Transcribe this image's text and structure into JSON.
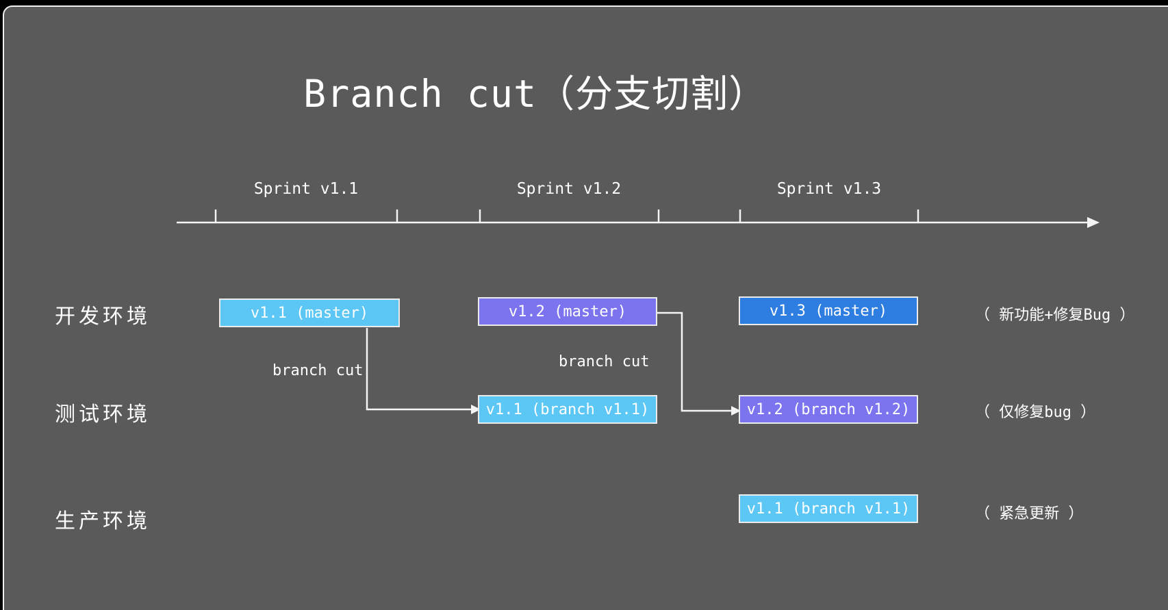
{
  "page": {
    "title": "Branch cut（分支切割）"
  },
  "colors": {
    "outer_background": "#000000",
    "canvas_background": "#5a5a5a",
    "frame_border": "#f0f0f0",
    "line_stroke": "#f5f5f5",
    "box_border": "#ebebeb",
    "light_blue": "#5cc7f5",
    "purple": "#7b74ee",
    "blue": "#2e7ee2",
    "text": "#ffffff"
  },
  "timeline": {
    "sprint_labels": [
      "Sprint v1.1",
      "Sprint v1.2",
      "Sprint v1.3"
    ]
  },
  "rows": [
    {
      "label": "开发环境",
      "note": "（ 新功能+修复Bug ）",
      "boxes": [
        {
          "text": "v1.1 (master)",
          "color": "#5cc7f5"
        },
        {
          "text": "v1.2 (master)",
          "color": "#7b74ee"
        },
        {
          "text": "v1.3 (master)",
          "color": "#2e7ee2"
        }
      ]
    },
    {
      "label": "测试环境",
      "note": "（ 仅修复bug ）",
      "boxes": [
        {
          "text": "v1.1 (branch v1.1)",
          "color": "#5cc7f5"
        },
        {
          "text": "v1.2 (branch v1.2)",
          "color": "#7b74ee"
        }
      ]
    },
    {
      "label": "生产环境",
      "note": "（ 紧急更新 ）",
      "boxes": [
        {
          "text": "v1.1 (branch v1.1)",
          "color": "#5cc7f5"
        }
      ]
    }
  ],
  "connector_labels": [
    "branch cut",
    "branch cut"
  ]
}
